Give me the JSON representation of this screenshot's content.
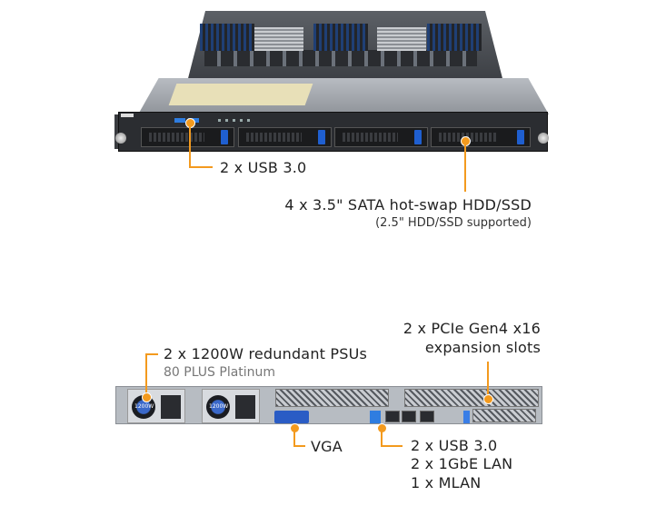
{
  "front": {
    "usb_label": "2 x USB 3.0",
    "hdd_label": "4 x 3.5\" SATA hot-swap HDD/SSD",
    "hdd_sub": "(2.5\" HDD/SSD supported)"
  },
  "rear": {
    "psu_label": "2 x 1200W redundant PSUs",
    "psu_sub": "80 PLUS Platinum",
    "psu_badge": "1200W",
    "pcie_line1": "2 x PCIe Gen4 x16",
    "pcie_line2": "expansion slots",
    "vga_label": "VGA",
    "io_line1": "2 x USB 3.0",
    "io_line2": "2 x 1GbE LAN",
    "io_line3": "1 x MLAN"
  },
  "colors": {
    "callout": "#f39a1e",
    "latch_blue": "#1f5fd0"
  }
}
